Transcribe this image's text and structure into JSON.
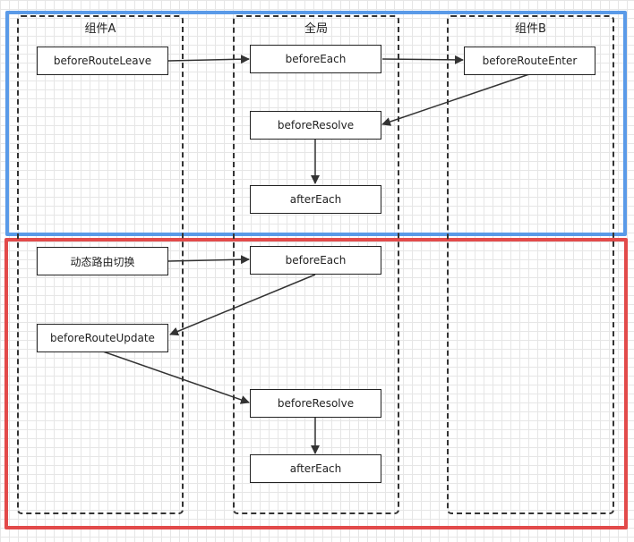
{
  "lanes": {
    "component_a": "组件A",
    "global": "全局",
    "component_b": "组件B"
  },
  "nodes": {
    "a_before_route_leave": "beforeRouteLeave",
    "g_before_each_1": "beforeEach",
    "b_before_route_enter": "beforeRouteEnter",
    "g_before_resolve_1": "beforeResolve",
    "g_after_each_1": "afterEach",
    "a_dynamic_route_switch": "动态路由切换",
    "g_before_each_2": "beforeEach",
    "a_before_route_update": "beforeRouteUpdate",
    "g_before_resolve_2": "beforeResolve",
    "g_after_each_2": "afterEach"
  },
  "colors": {
    "full_navigation_frame": "#5a9ae8",
    "dynamic_route_frame": "#e24a4a",
    "line": "#333333"
  }
}
